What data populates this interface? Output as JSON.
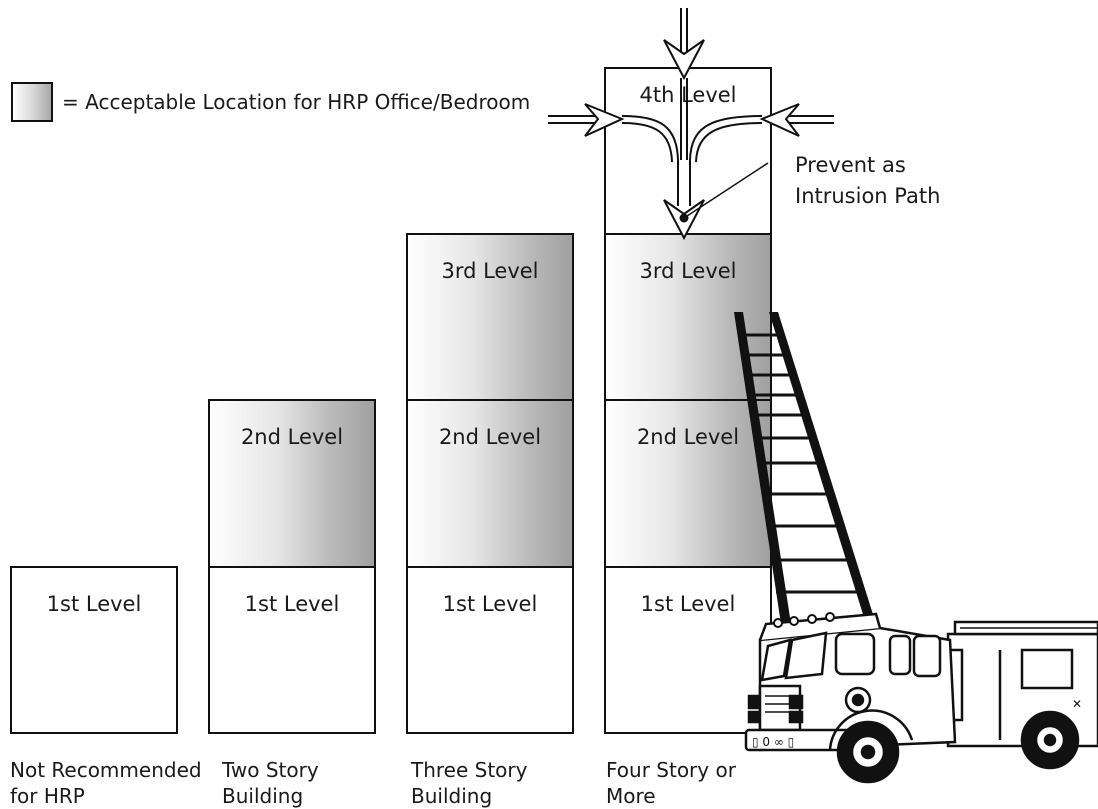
{
  "legend": {
    "text": "= Acceptable Location for HRP Office/Bedroom"
  },
  "buildings": [
    {
      "caption": [
        "Not Recommended",
        "for HRP"
      ],
      "floors": [
        "1st Level"
      ]
    },
    {
      "caption": [
        "Two Story",
        "Building"
      ],
      "floors": [
        "1st Level",
        "2nd Level"
      ]
    },
    {
      "caption": [
        "Three Story",
        "Building"
      ],
      "floors": [
        "1st Level",
        "2nd Level",
        "3rd Level"
      ]
    },
    {
      "caption": [
        "Four Story or",
        "More"
      ],
      "floors": [
        "1st Level",
        "2nd Level",
        "3rd Level",
        "4th Level"
      ]
    }
  ],
  "annotation": [
    "Prevent as",
    "Intrusion Path"
  ],
  "colors": {
    "outline": "#111111",
    "shade_dark": "#a0a0a0",
    "shade_light": "#ffffff"
  },
  "icons": [
    "fire-truck-icon",
    "ladder-icon",
    "intrusion-arrow-icon"
  ]
}
